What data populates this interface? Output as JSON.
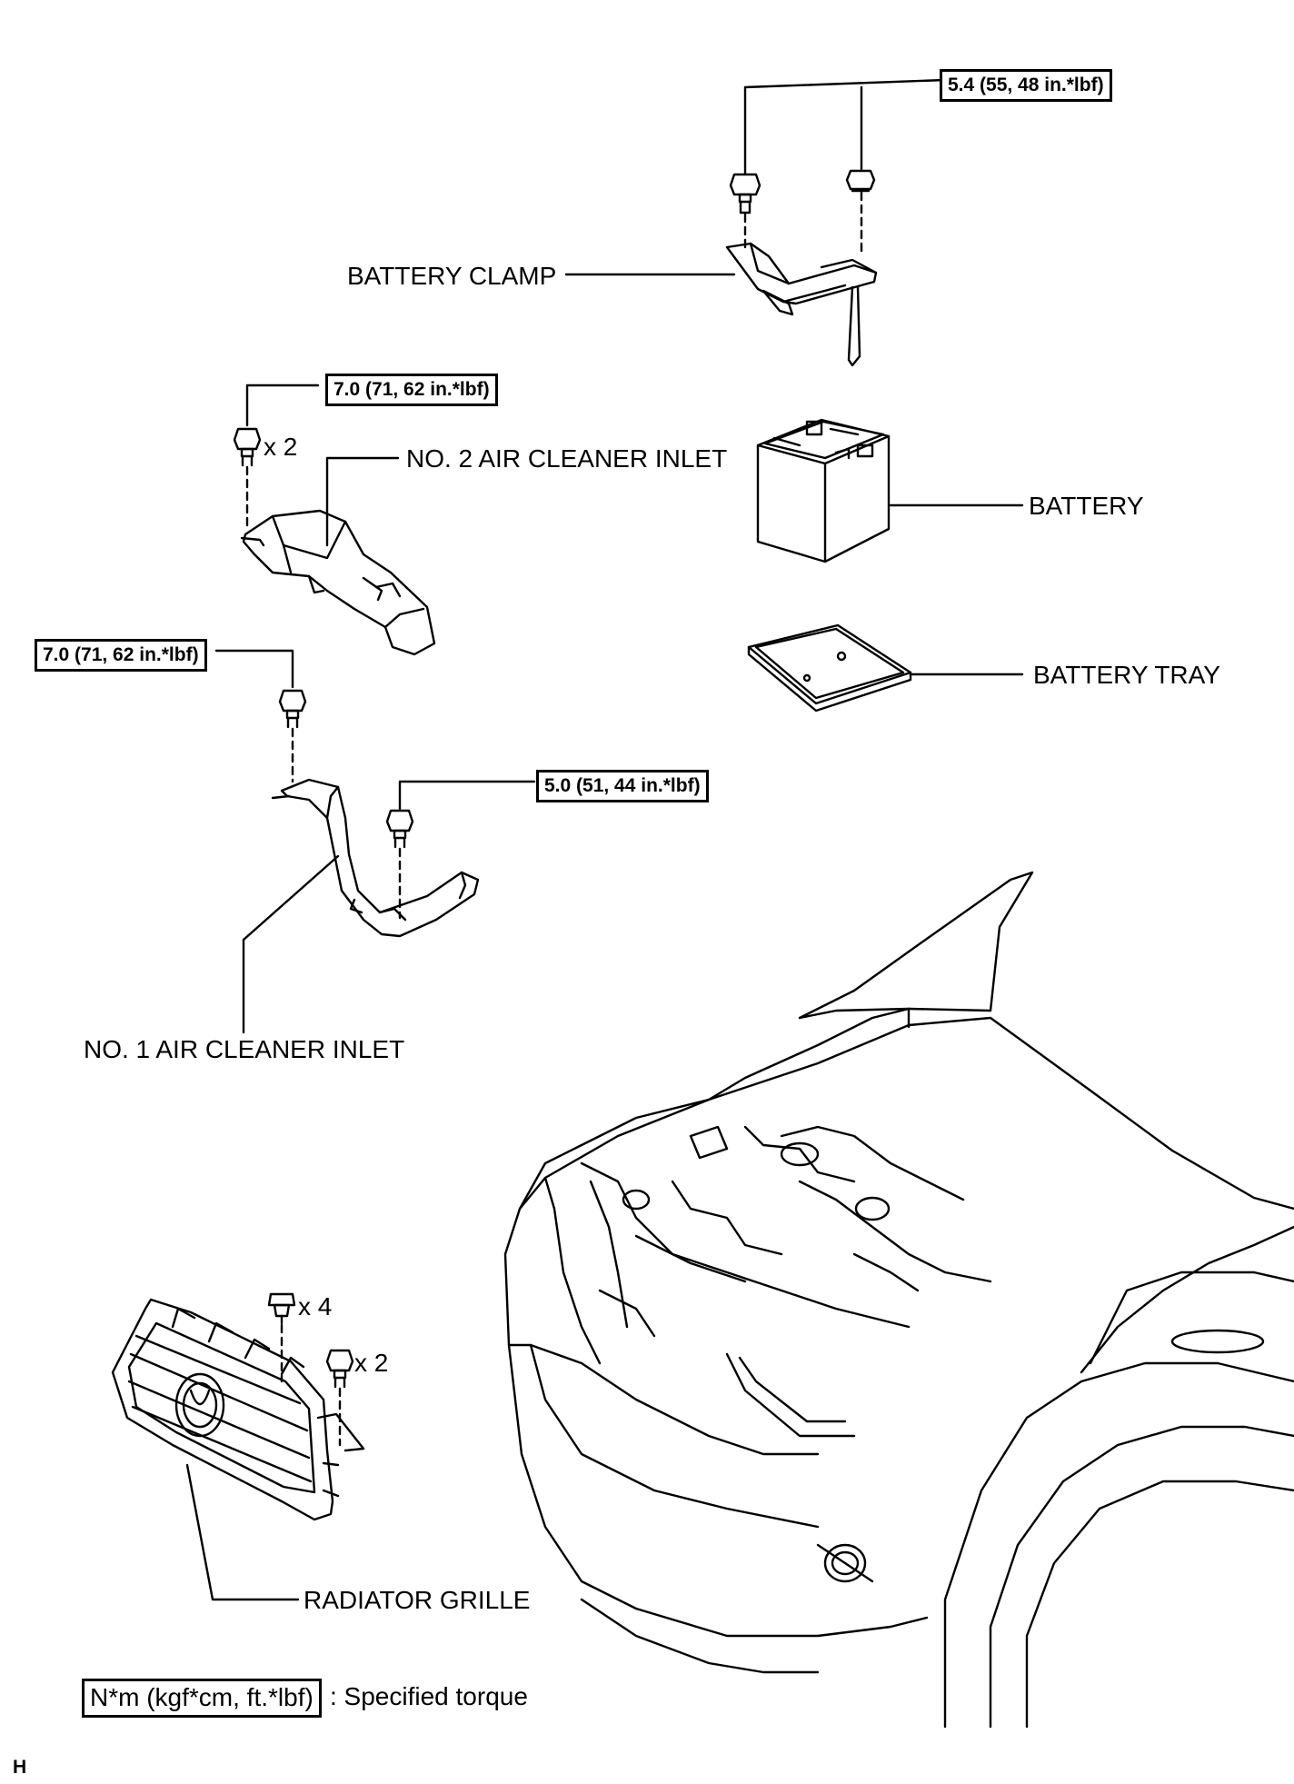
{
  "parts": {
    "battery_clamp": "BATTERY CLAMP",
    "battery": "BATTERY",
    "battery_tray": "BATTERY TRAY",
    "no2_air_cleaner_inlet": "NO. 2 AIR CLEANER INLET",
    "no1_air_cleaner_inlet": "NO. 1 AIR CLEANER INLET",
    "radiator_grille": "RADIATOR GRILLE"
  },
  "torques": {
    "battery_clamp": "5.4 (55, 48 in.*lbf)",
    "no2_inlet": "7.0 (71, 62 in.*lbf)",
    "no1_inlet_upper": "7.0 (71, 62 in.*lbf)",
    "no1_inlet_lower": "5.0 (51, 44 in.*lbf)"
  },
  "quantities": {
    "no2_bolts": "x 2",
    "grille_clips": "x 4",
    "grille_bolts": "x 2"
  },
  "legend": {
    "unit": "N*m (kgf*cm, ft.*lbf)",
    "meaning": ": Specified torque"
  },
  "corner_mark": "H"
}
